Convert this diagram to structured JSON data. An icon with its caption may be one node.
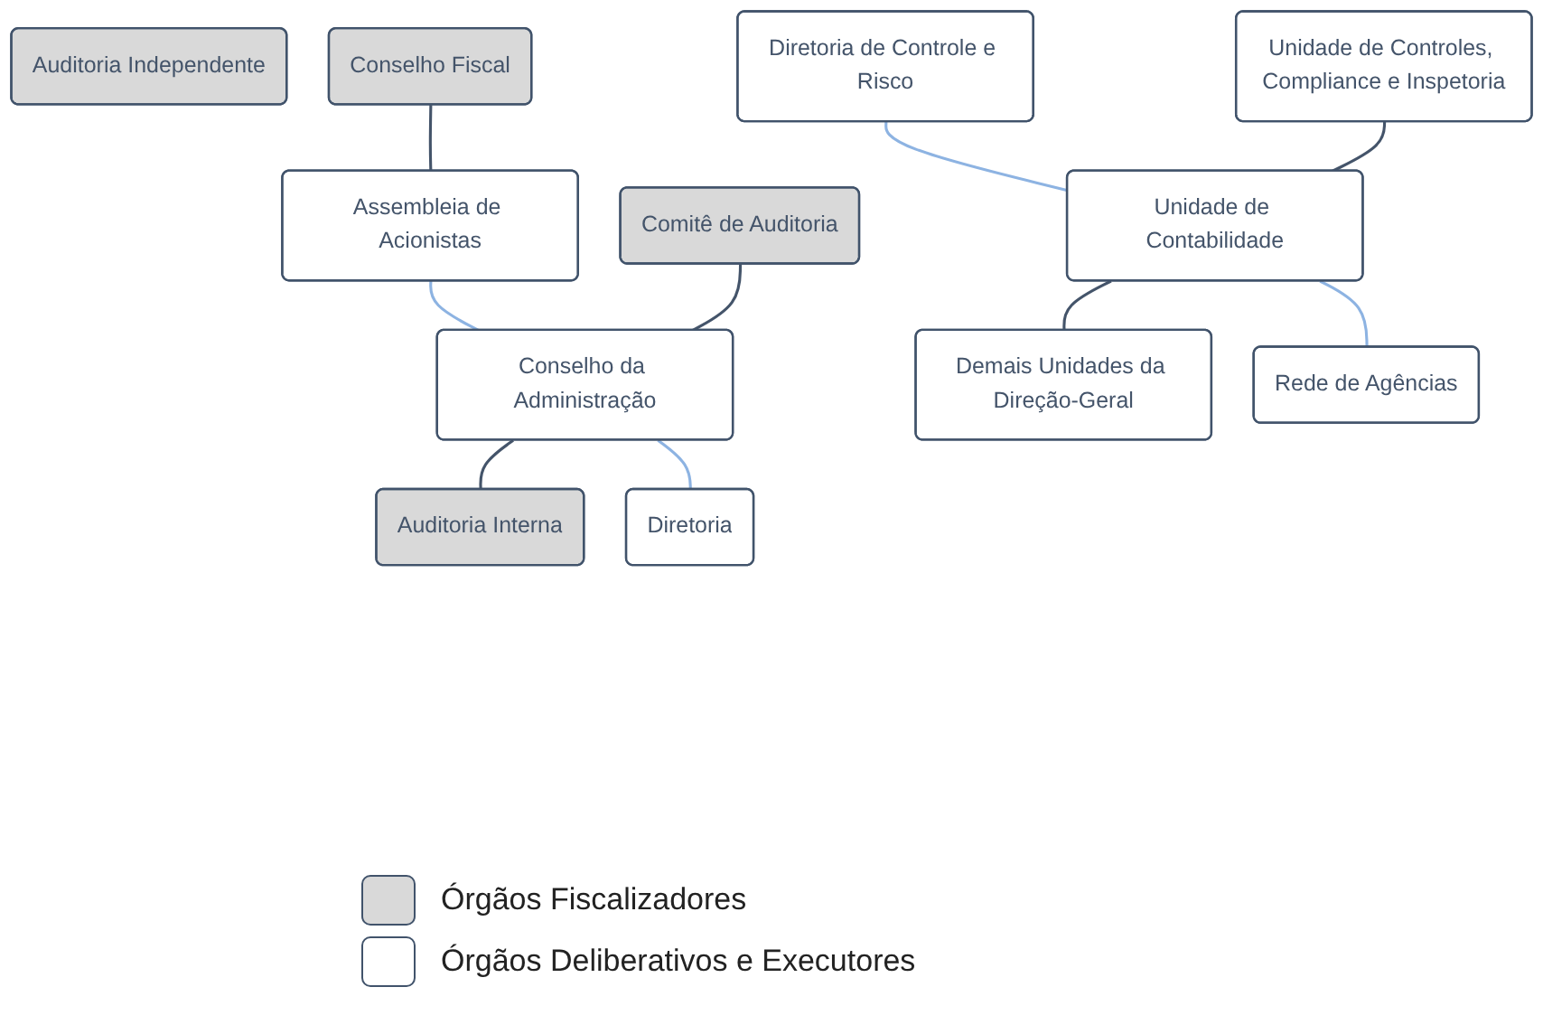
{
  "diagram": {
    "nodes": [
      {
        "text": [
          "Auditoria Independente"
        ]
      },
      {
        "text": [
          "Conselho Fiscal"
        ]
      },
      {
        "text": [
          "Assembleia de Acionistas"
        ]
      },
      {
        "text": [
          "Comitê de Auditoria"
        ]
      },
      {
        "text": [
          "Conselho da Administração"
        ]
      },
      {
        "text": [
          "Auditoria Interna"
        ]
      },
      {
        "text": [
          "Diretoria"
        ]
      },
      {
        "text": [
          "Diretoria de Controle e Risco"
        ]
      },
      {
        "text": [
          "Unidade de Controles, Compliance e Inspetoria"
        ]
      },
      {
        "text": [
          "Unidade de Contabilidade"
        ]
      },
      {
        "text": [
          "Demais Unidades da Direção-Geral"
        ]
      },
      {
        "text": [
          "Rede de Agências"
        ]
      }
    ],
    "edges": [
      {
        "from": 1,
        "to": 2,
        "arrow": "none"
      },
      {
        "from": 2,
        "to": 4,
        "arrow": "none",
        "color": "#8db3e2"
      },
      {
        "from": 3,
        "to": 4,
        "arrow": "none"
      },
      {
        "from": 4,
        "to": 5,
        "arrow": "none"
      },
      {
        "from": 4,
        "to": 6,
        "arrow": "none",
        "color": "#8db3e2"
      },
      {
        "from": 7,
        "to": 9,
        "arrow": "none",
        "color": "#8db3e2"
      },
      {
        "from": 8,
        "to": 9,
        "arrow": "none"
      },
      {
        "from": 9,
        "to": 10,
        "arrow": "none"
      },
      {
        "from": 9,
        "to": 11,
        "arrow": "none",
        "color": "#8db3e2"
      }
    ],
    "legend": [
      {
        "text": "Órgãos Fiscalizadores",
        "color": "#d9d9d9"
      },
      {
        "text": "Órgãos Deliberativos e Executores",
        "color": "#ffffff"
      }
    ]
  }
}
